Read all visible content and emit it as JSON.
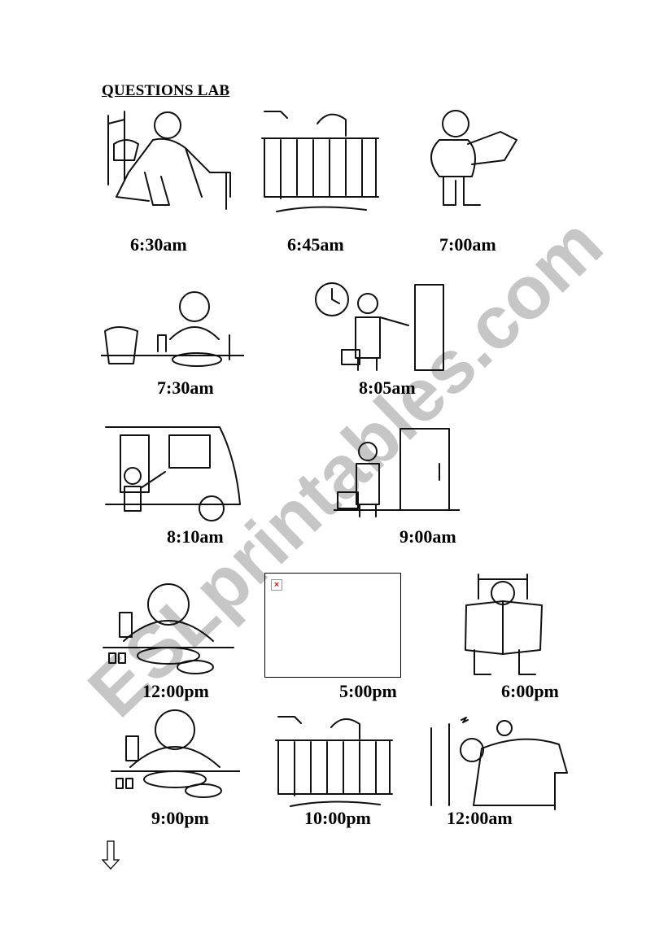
{
  "title": "QUESTIONS LAB",
  "watermark": "ESLprintables.com",
  "schedule": [
    {
      "time": "6:30am",
      "icon": "waking-up-in-bed-icon"
    },
    {
      "time": "6:45am",
      "icon": "shower-icon"
    },
    {
      "time": "7:00am",
      "icon": "getting-dressed-icon"
    },
    {
      "time": "7:30am",
      "icon": "breakfast-icon"
    },
    {
      "time": "8:05am",
      "icon": "leaving-home-clock-door-icon"
    },
    {
      "time": "8:10am",
      "icon": "bus-icon"
    },
    {
      "time": "9:00am",
      "icon": "office-door-icon"
    },
    {
      "time": "12:00pm",
      "icon": "lunch-icon"
    },
    {
      "time": "5:00pm",
      "icon": "broken-image-icon"
    },
    {
      "time": "6:00pm",
      "icon": "reading-newspaper-icon"
    },
    {
      "time": "9:00pm",
      "icon": "dinner-icon"
    },
    {
      "time": "10:00pm",
      "icon": "shower-icon"
    },
    {
      "time": "12:00am",
      "icon": "sleeping-in-bed-icon"
    }
  ],
  "footer_icon": "down-arrow-icon"
}
